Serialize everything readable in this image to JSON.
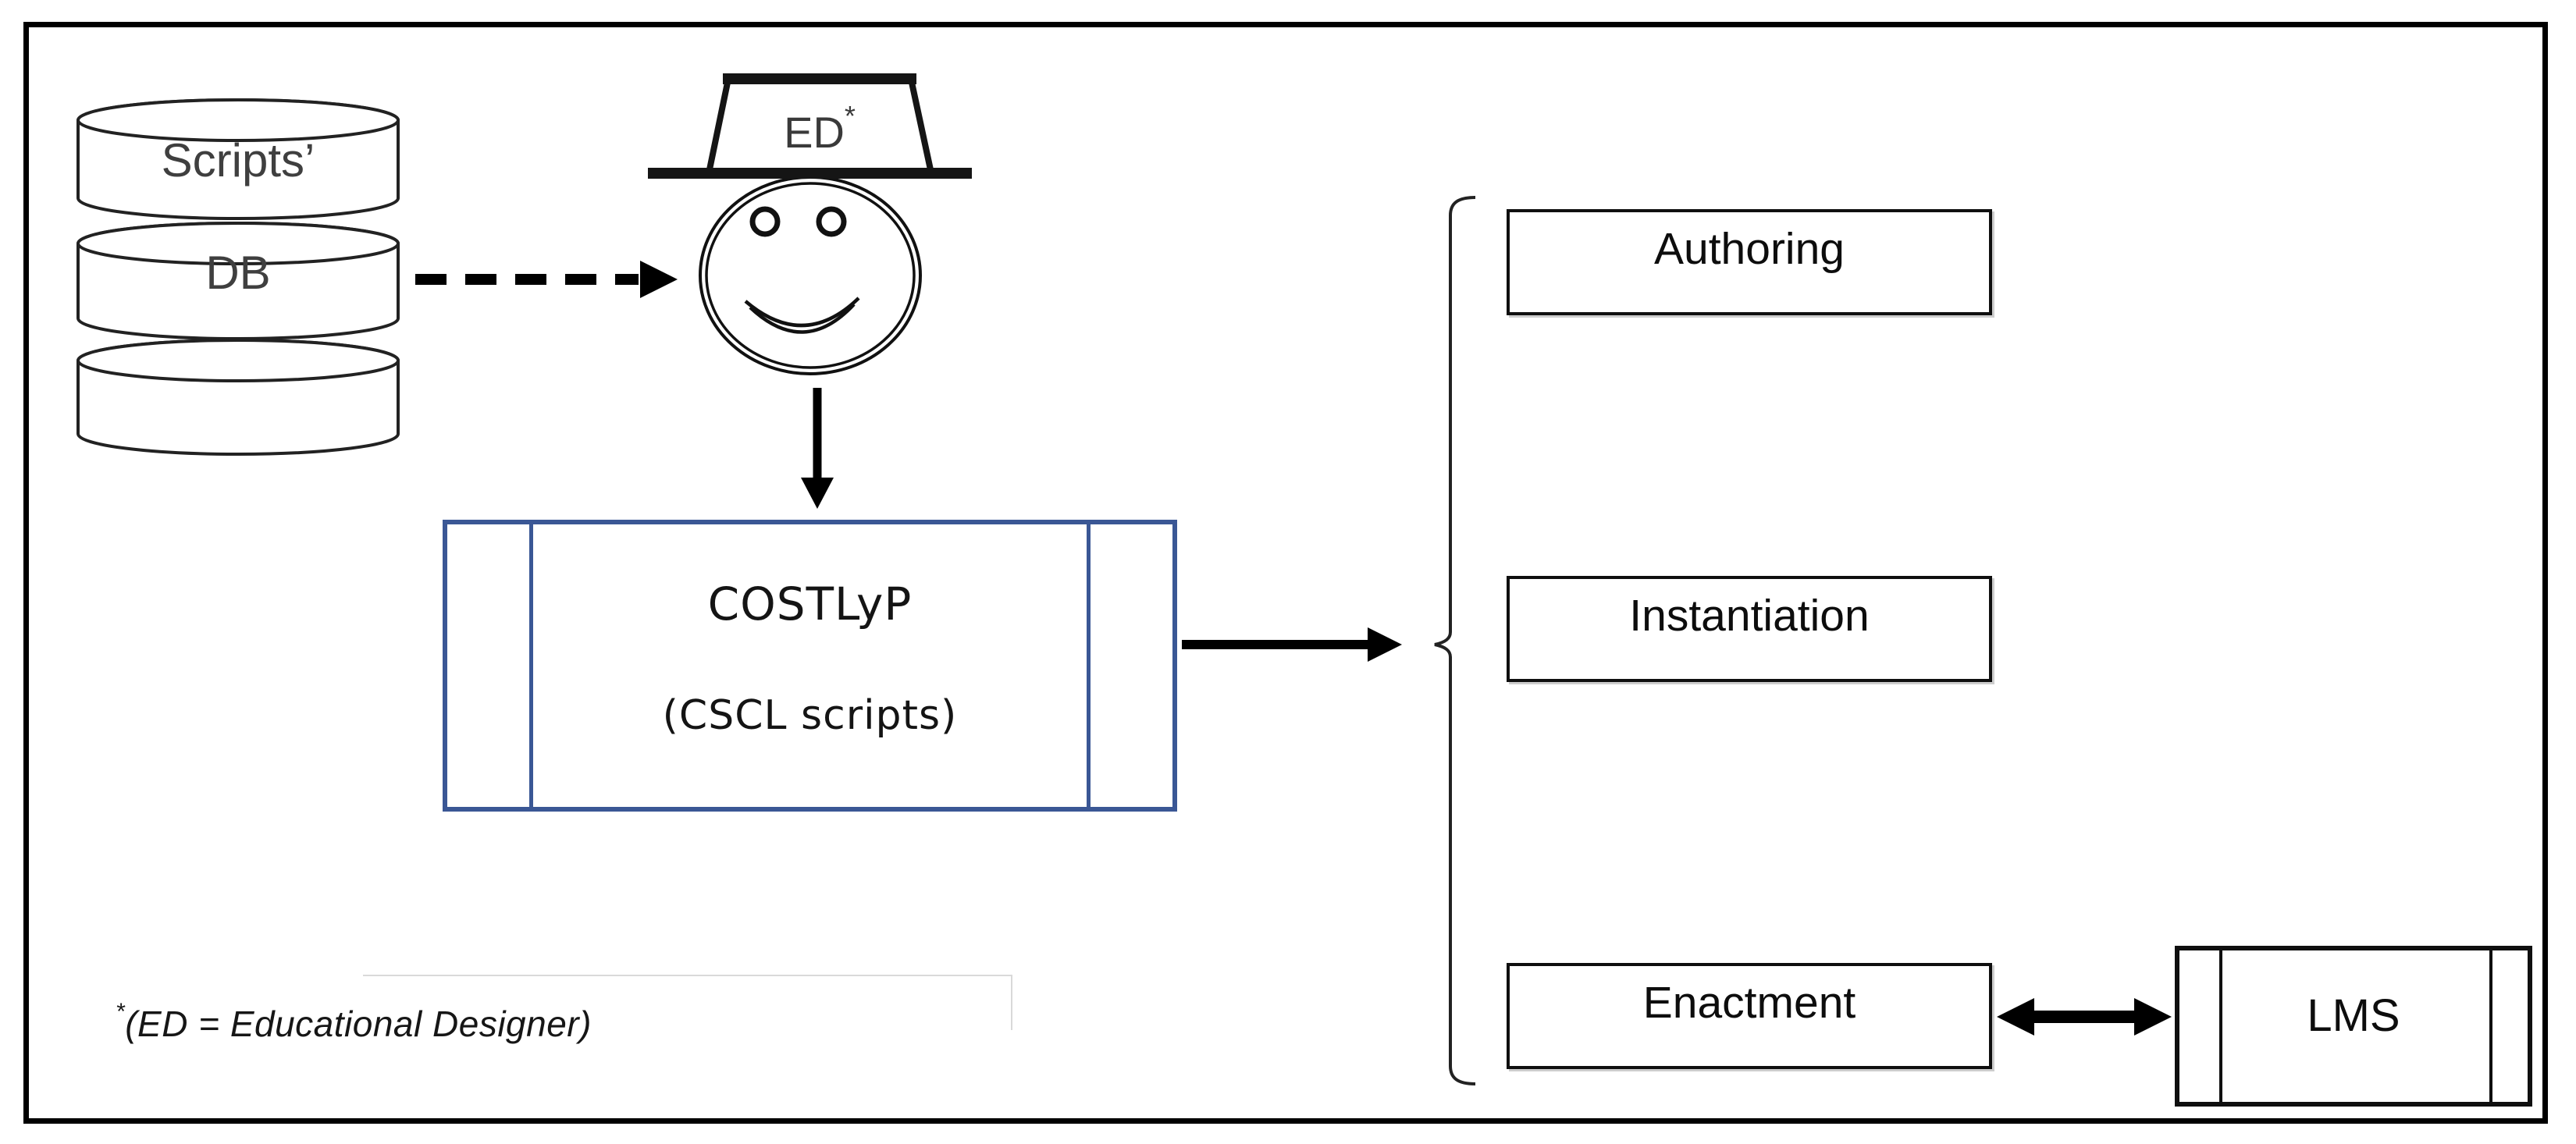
{
  "diagram": {
    "database": {
      "top_label": "Scripts’",
      "middle_label": "DB"
    },
    "designer": {
      "hat_text": "ED",
      "hat_superscript": "*"
    },
    "costlyp": {
      "title": "COSTLyP",
      "subtitle": "(CSCL scripts)"
    },
    "phases": [
      {
        "label": "Authoring"
      },
      {
        "label": "Instantiation"
      },
      {
        "label": "Enactment"
      }
    ],
    "lms": {
      "label": "LMS"
    },
    "footnote": {
      "marker": "*",
      "text": "(ED = Educational Designer)"
    },
    "colors": {
      "accent_blue": "#3A5795",
      "ink_black": "#0f0f0f",
      "soft_gray_text": "#3f3f3f",
      "placeholder_gray": "#d9d9d9"
    }
  }
}
